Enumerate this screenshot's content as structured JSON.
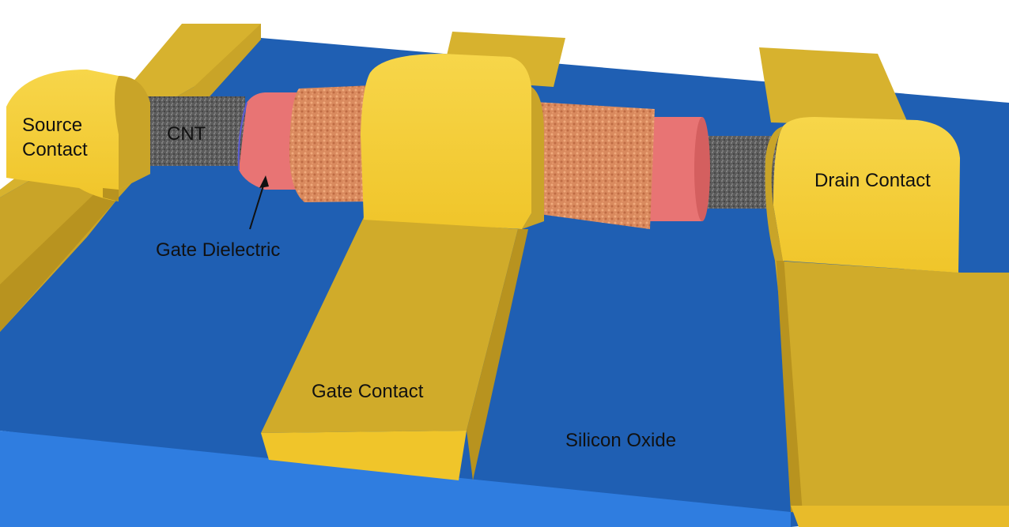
{
  "labels": {
    "source_line1": "Source",
    "source_line2": "Contact",
    "cnt": "CNT",
    "gate_dielectric": "Gate Dielectric",
    "gate_contact": "Gate Contact",
    "silicon_oxide": "Silicon Oxide",
    "drain_contact": "Drain Contact"
  },
  "colors": {
    "substrate_top": "#1f5fb3",
    "substrate_edge": "#2f7de0",
    "gold_top": "#d7b22e",
    "gold_face": "#f4cf36",
    "gold_dark": "#b8931f",
    "cnt": "#6f6f6f",
    "dielectric": "#e87474",
    "gate_wrap": "#d78358"
  }
}
